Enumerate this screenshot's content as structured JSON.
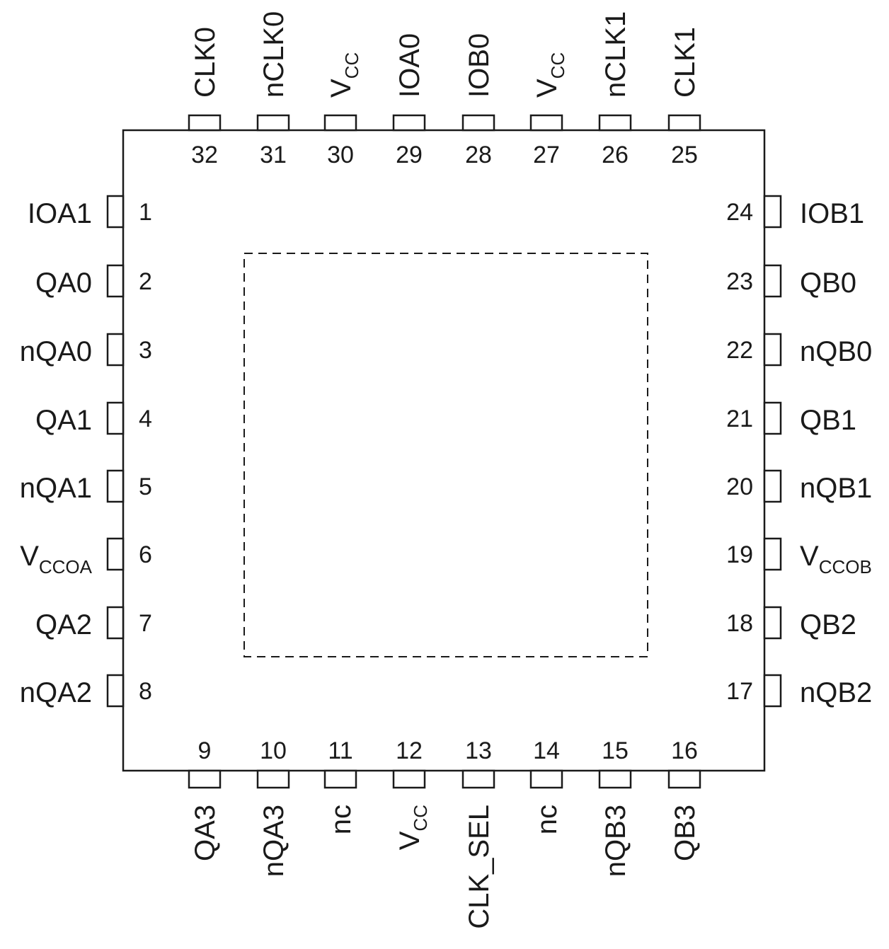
{
  "package": {
    "top_pins": [
      {
        "number": "32",
        "name": "CLK0",
        "sub": ""
      },
      {
        "number": "31",
        "name": "nCLK0",
        "sub": ""
      },
      {
        "number": "30",
        "name": "V",
        "sub": "CC"
      },
      {
        "number": "29",
        "name": "IOA0",
        "sub": ""
      },
      {
        "number": "28",
        "name": "IOB0",
        "sub": ""
      },
      {
        "number": "27",
        "name": "V",
        "sub": "CC"
      },
      {
        "number": "26",
        "name": "nCLK1",
        "sub": ""
      },
      {
        "number": "25",
        "name": "CLK1",
        "sub": ""
      }
    ],
    "left_pins": [
      {
        "number": "1",
        "name": "IOA1",
        "sub": ""
      },
      {
        "number": "2",
        "name": "QA0",
        "sub": ""
      },
      {
        "number": "3",
        "name": "nQA0",
        "sub": ""
      },
      {
        "number": "4",
        "name": "QA1",
        "sub": ""
      },
      {
        "number": "5",
        "name": "nQA1",
        "sub": ""
      },
      {
        "number": "6",
        "name": "V",
        "sub": "CCOA"
      },
      {
        "number": "7",
        "name": "QA2",
        "sub": ""
      },
      {
        "number": "8",
        "name": "nQA2",
        "sub": ""
      }
    ],
    "right_pins": [
      {
        "number": "24",
        "name": "IOB1",
        "sub": ""
      },
      {
        "number": "23",
        "name": "QB0",
        "sub": ""
      },
      {
        "number": "22",
        "name": "nQB0",
        "sub": ""
      },
      {
        "number": "21",
        "name": "QB1",
        "sub": ""
      },
      {
        "number": "20",
        "name": "nQB1",
        "sub": ""
      },
      {
        "number": "19",
        "name": "V",
        "sub": "CCOB"
      },
      {
        "number": "18",
        "name": "QB2",
        "sub": ""
      },
      {
        "number": "17",
        "name": "nQB2",
        "sub": ""
      }
    ],
    "bottom_pins": [
      {
        "number": "9",
        "name": "QA3",
        "sub": ""
      },
      {
        "number": "10",
        "name": "nQA3",
        "sub": ""
      },
      {
        "number": "11",
        "name": "nc",
        "sub": ""
      },
      {
        "number": "12",
        "name": "V",
        "sub": "CC"
      },
      {
        "number": "13",
        "name": "CLK_SEL",
        "sub": ""
      },
      {
        "number": "14",
        "name": "nc",
        "sub": ""
      },
      {
        "number": "15",
        "name": "nQB3",
        "sub": ""
      },
      {
        "number": "16",
        "name": "QB3",
        "sub": ""
      }
    ]
  }
}
